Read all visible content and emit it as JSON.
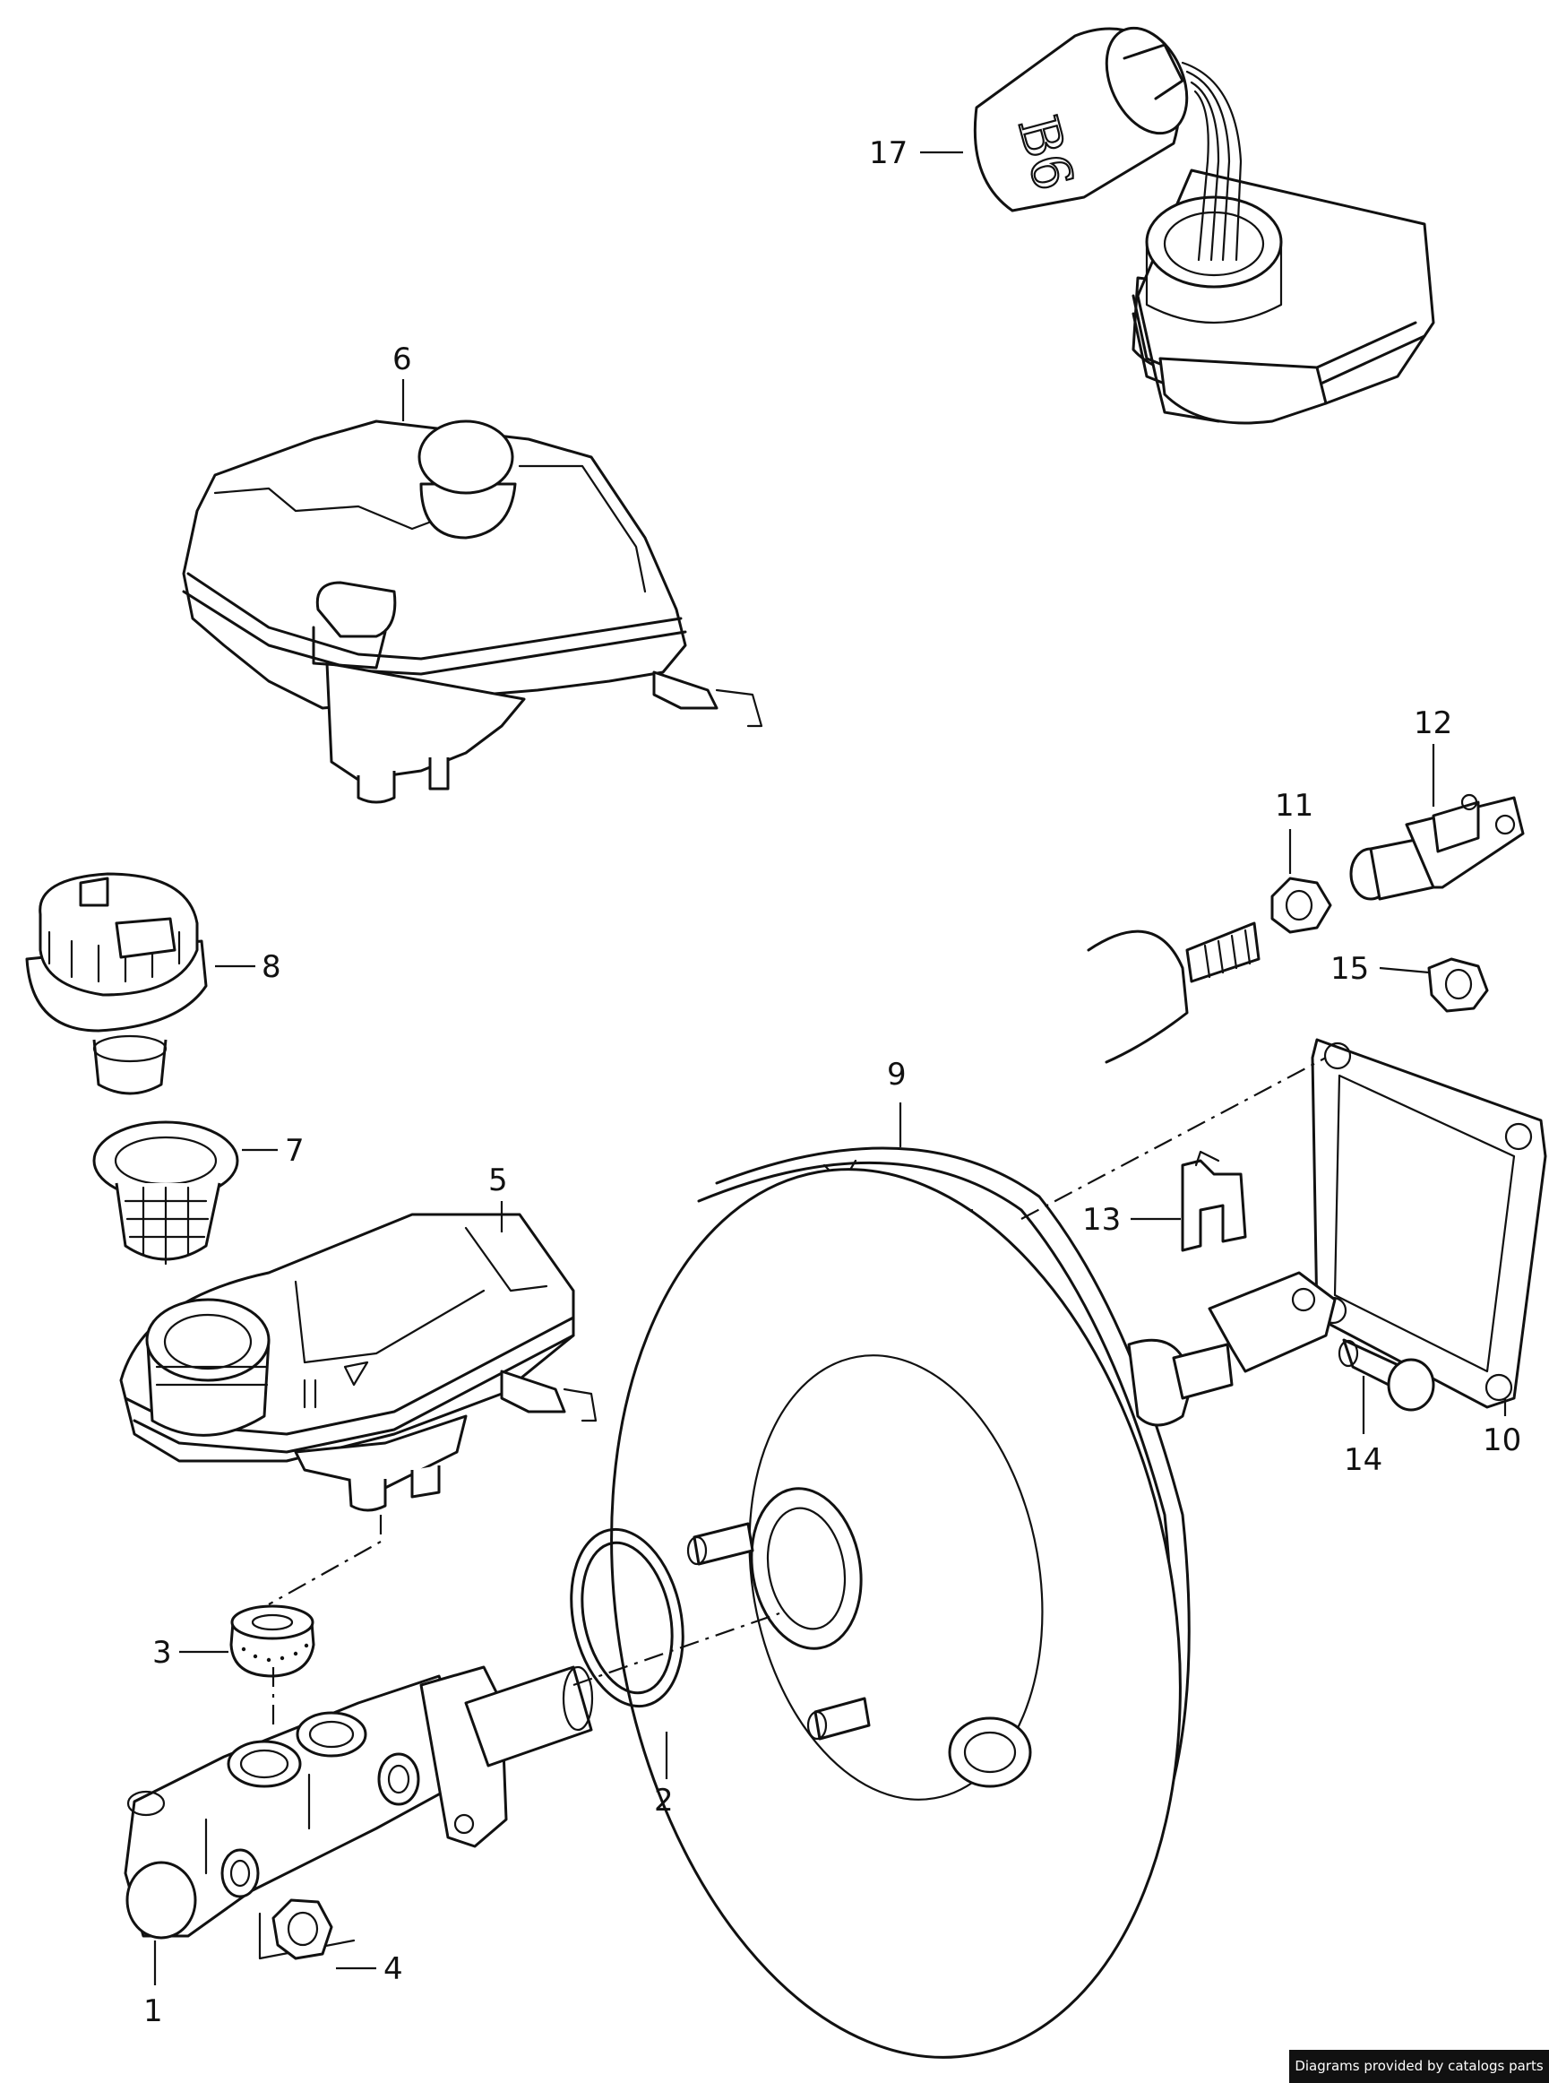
{
  "callouts": [
    {
      "id": "p1",
      "label": "1"
    },
    {
      "id": "p2",
      "label": "2"
    },
    {
      "id": "p3",
      "label": "3"
    },
    {
      "id": "p4",
      "label": "4"
    },
    {
      "id": "p5",
      "label": "5"
    },
    {
      "id": "p6",
      "label": "6"
    },
    {
      "id": "p7",
      "label": "7"
    },
    {
      "id": "p8",
      "label": "8"
    },
    {
      "id": "p9",
      "label": "9"
    },
    {
      "id": "p10",
      "label": "10"
    },
    {
      "id": "p11",
      "label": "11"
    },
    {
      "id": "p12",
      "label": "12"
    },
    {
      "id": "p13",
      "label": "13"
    },
    {
      "id": "p14",
      "label": "14"
    },
    {
      "id": "p15",
      "label": "15"
    },
    {
      "id": "p17",
      "label": "17"
    }
  ],
  "fluid_bottle_marking": "B6",
  "credit": "Diagrams provided by catalogs parts"
}
